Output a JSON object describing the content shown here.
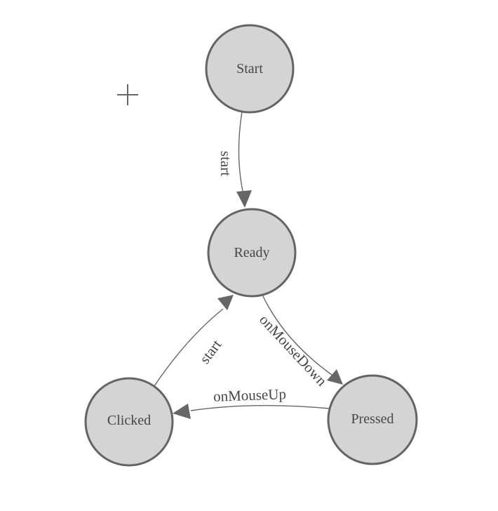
{
  "canvas": {
    "background": "#ffffff"
  },
  "colors": {
    "node_fill": "#d4d4d4",
    "node_stroke": "#646464",
    "edge_stroke": "#666666",
    "arrow_fill": "#666666",
    "node_label_color": "#464646",
    "edge_label_color": "#464646",
    "crosshair_color": "#666666"
  },
  "nodes": {
    "start": {
      "label": "Start"
    },
    "ready": {
      "label": "Ready"
    },
    "clicked": {
      "label": "Clicked"
    },
    "pressed": {
      "label": "Pressed"
    }
  },
  "edges": {
    "start_to_ready": {
      "label": "start"
    },
    "ready_to_pressed": {
      "label": "onMouseDown"
    },
    "pressed_to_clicked": {
      "label": "onMouseUp"
    },
    "clicked_to_ready": {
      "label": "start"
    }
  }
}
